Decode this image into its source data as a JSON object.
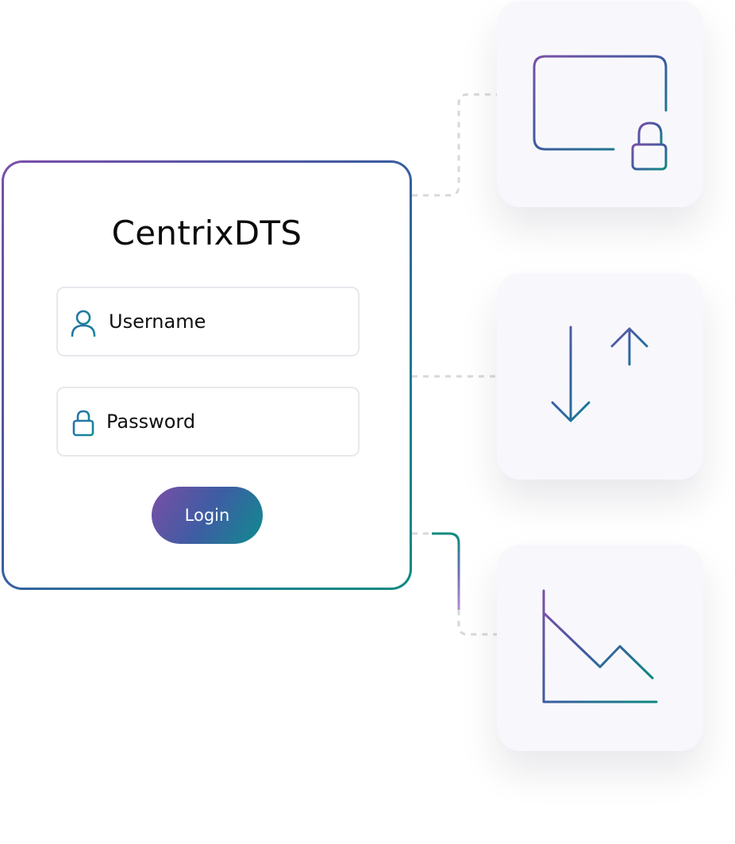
{
  "login": {
    "brand": "CentrixDTS",
    "username_label": "Username",
    "password_label": "Password",
    "login_label": "Login"
  },
  "icons": {
    "username": "user-icon",
    "password": "lock-icon",
    "card_1": "card-lock-icon",
    "card_2": "transfer-arrows-icon",
    "card_3": "declining-chart-icon"
  },
  "colors": {
    "gradient_start": "#7b4fa8",
    "gradient_mid": "#3d5aa0",
    "gradient_end": "#0d8a80",
    "card_background": "#f8f8fc",
    "field_border": "#e6e9ec",
    "connector": "#d8d8dc"
  }
}
